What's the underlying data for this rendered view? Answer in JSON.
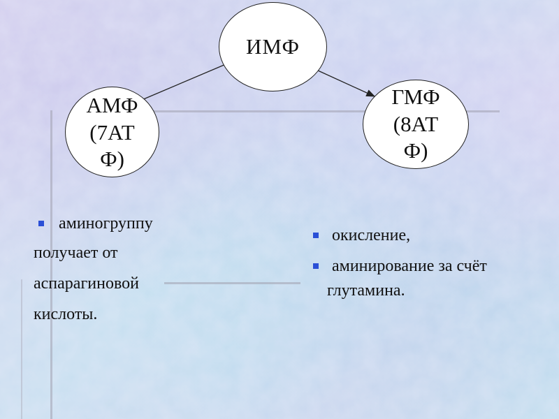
{
  "diagram": {
    "nodes": {
      "imf": "ИМФ",
      "amf": "АМФ\n(7АТ\nФ)",
      "gmf": "ГМФ\n(8АТ\nФ)"
    },
    "edges": [
      {
        "from": "imf",
        "to": "amf",
        "arrow": false
      },
      {
        "from": "imf",
        "to": "gmf",
        "arrow": true
      }
    ]
  },
  "left_text": {
    "line1": "аминогруппу",
    "line2": "получает от",
    "line3": "аспарагиновой",
    "line4": "кислоты."
  },
  "right_text": {
    "item1": " окисление,",
    "item2": " аминирование за счёт",
    "item2_cont": "глутамина."
  },
  "colors": {
    "bullet": "#2a4fd6",
    "node_fill": "#ffffff",
    "node_border": "#222222"
  }
}
